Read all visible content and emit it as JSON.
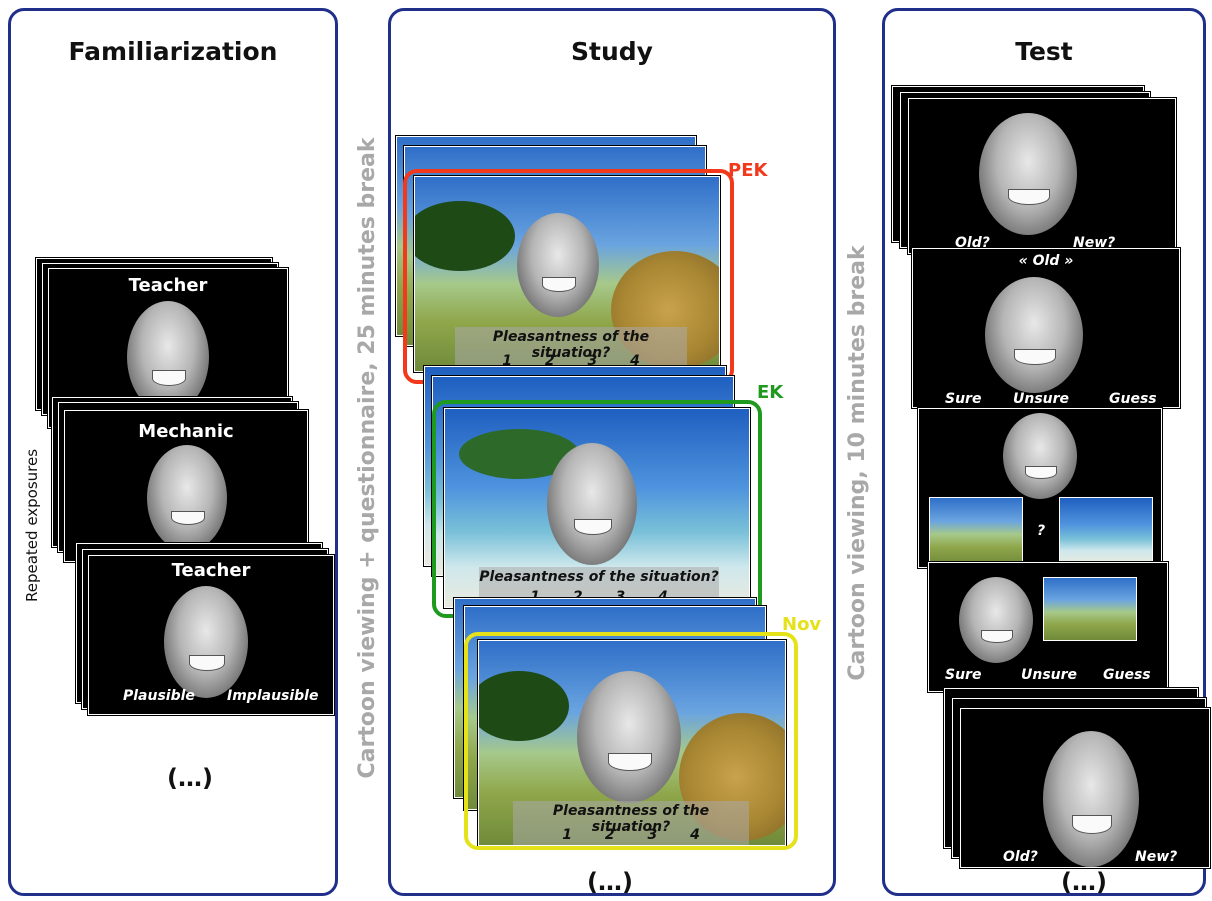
{
  "panels": {
    "familiarization": {
      "title": "Familiarization",
      "side_label": "Repeated exposures",
      "cards": [
        {
          "label": "Teacher"
        },
        {
          "label": "Mechanic"
        },
        {
          "label": "Teacher",
          "left_option": "Plausible",
          "right_option": "Implausible"
        }
      ],
      "ellipsis": "(…)"
    },
    "break1": "Cartoon viewing + questionnaire, 25 minutes break",
    "study": {
      "title": "Study",
      "question": "Pleasantness of the situation?",
      "scale": [
        "1",
        "2",
        "3",
        "4"
      ],
      "conditions": [
        {
          "label": "PEK",
          "color": "#f2391c"
        },
        {
          "label": "EK",
          "color": "#1f9a1f"
        },
        {
          "label": "Nov",
          "color": "#e5e21a"
        }
      ],
      "ellipsis": "(…)"
    },
    "break2": "Cartoon viewing, 10 minutes break",
    "test": {
      "title": "Test",
      "screen1": {
        "left": "Old?",
        "right": "New?"
      },
      "screen2": {
        "header": "« Old »",
        "options": [
          "Sure",
          "Unsure",
          "Guess"
        ]
      },
      "screen3": {
        "center": "?"
      },
      "screen4": {
        "options": [
          "Sure",
          "Unsure",
          "Guess"
        ]
      },
      "screen5": {
        "left": "Old?",
        "right": "New?"
      },
      "ellipsis": "(…)"
    }
  }
}
